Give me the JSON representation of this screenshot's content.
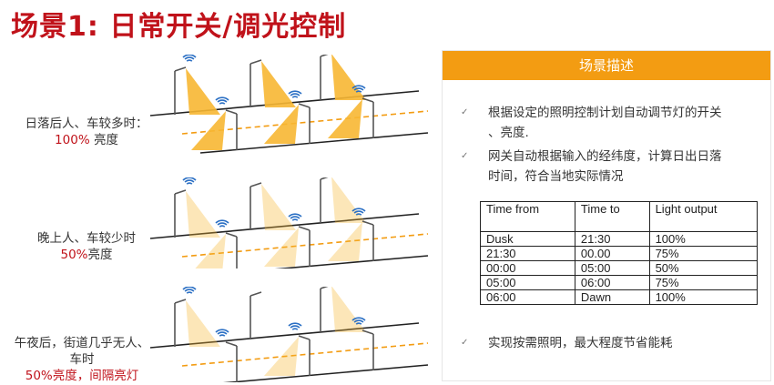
{
  "title": "场景1: 日常开关/调光控制",
  "scenes": [
    {
      "line1": "日落后人、车较多时：",
      "line2_highlight": "100%",
      "line2_rest": " 亮度"
    },
    {
      "line1": "晚上人、车较少时",
      "line2_highlight": "50%",
      "line2_rest": "亮度"
    },
    {
      "line1": "午夜后，街道几乎无人、",
      "line1b": "车时",
      "line2_highlight": "50%亮度，间隔亮灯",
      "line2_rest": ""
    }
  ],
  "panel": {
    "header": "场景描述",
    "bullets": [
      {
        "line1": "根据设定的照明控制计划自动调节灯的开关",
        "line2": "、亮度."
      },
      {
        "line1": "网关自动根据输入的经纬度，计算日出日落",
        "line2": "时间，符合当地实际情况"
      },
      {
        "line1": "实现按需照明，最大程度节省能耗",
        "line2": ""
      }
    ],
    "table": {
      "headers": [
        "Time from",
        "Time to",
        "Light output"
      ],
      "rows": [
        [
          "Dusk",
          "21:30",
          "100%"
        ],
        [
          "21:30",
          "00.00",
          "75%"
        ],
        [
          "00:00",
          "05:00",
          "50%"
        ],
        [
          "05:00",
          "06:00",
          "75%"
        ],
        [
          "06:00",
          "Dawn",
          "100%"
        ]
      ]
    }
  },
  "colors": {
    "title": "#c0121a",
    "accent": "#f39c12",
    "highlight": "#c0121a"
  },
  "icons": {
    "bullet": "check-mark-icon",
    "lamp": "street-lamp-icon",
    "signal": "wireless-signal-icon"
  }
}
